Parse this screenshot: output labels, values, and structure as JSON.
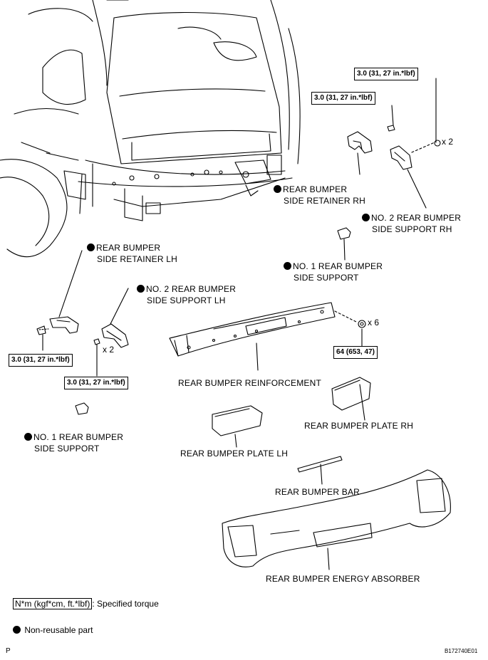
{
  "labels": {
    "retainer_rh": [
      "REAR BUMPER",
      "SIDE RETAINER RH"
    ],
    "support_rh": [
      "NO. 2 REAR BUMPER",
      "SIDE SUPPORT RH"
    ],
    "no1_support_right": [
      "NO. 1 REAR BUMPER",
      "SIDE SUPPORT"
    ],
    "retainer_lh": [
      "REAR BUMPER",
      "SIDE RETAINER LH"
    ],
    "support_lh": [
      "NO. 2 REAR BUMPER",
      "SIDE SUPPORT LH"
    ],
    "no1_support_left": [
      "NO. 1 REAR BUMPER",
      "SIDE SUPPORT"
    ],
    "reinforcement": "REAR BUMPER REINFORCEMENT",
    "plate_rh": "REAR BUMPER PLATE RH",
    "plate_lh": "REAR BUMPER PLATE LH",
    "bar": "REAR BUMPER BAR",
    "absorber": "REAR BUMPER ENERGY ABSORBER"
  },
  "torques": {
    "t1": "3.0 (31, 27 in.*lbf)",
    "t2": "3.0 (31, 27 in.*lbf)",
    "t3": "3.0 (31, 27 in.*lbf)",
    "t4": "3.0 (31, 27 in.*lbf)",
    "t5": "64 (653, 47)"
  },
  "quantities": {
    "q_rh": "x 2",
    "q_lh": "x 2",
    "q_reinf": "x 6"
  },
  "legend": {
    "torque_box": "N*m (kgf*cm, ft.*lbf)",
    "torque_text": ": Specified torque",
    "nonreusable": "Non-reusable part"
  },
  "corner_letter": "P",
  "figure_code": "B172740E01"
}
